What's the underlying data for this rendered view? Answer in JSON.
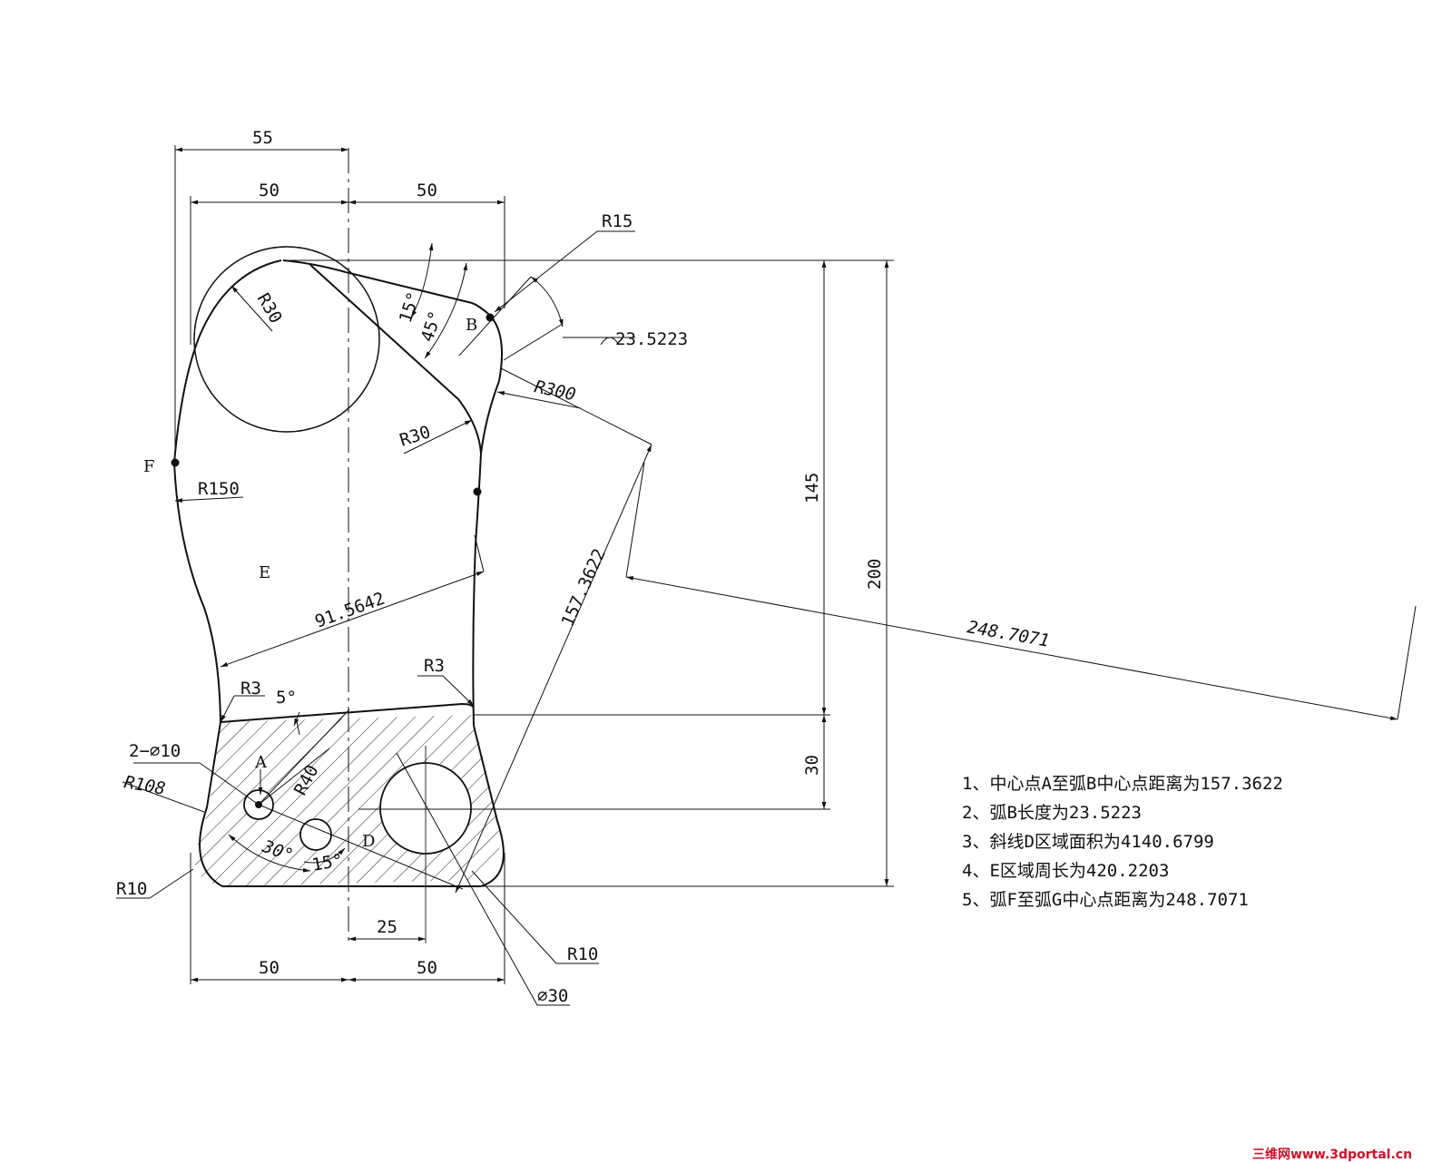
{
  "dimensions": {
    "top_55": "55",
    "top_left_50": "50",
    "top_right_50": "50",
    "bottom_left_50": "50",
    "bottom_right_50": "50",
    "bottom_25": "25",
    "height_145": "145",
    "height_200": "200",
    "height_30": "30",
    "len_91": "91.5642",
    "len_157": "157.3622",
    "len_248": "248.7071",
    "arc_len": "23.5223"
  },
  "radii": {
    "r15": "R15",
    "r30_top": "R30",
    "r30_mid": "R30",
    "r300": "R300",
    "r150": "R150",
    "r3_left": "R3",
    "r3_right": "R3",
    "r40": "R40",
    "r108": "R108",
    "r10_left": "R10",
    "r10_right": "R10",
    "holes_2x10": "2−⌀10",
    "hole_30": "⌀30"
  },
  "angles": {
    "a15_top": "15°",
    "a45": "45°",
    "a5": "5°",
    "a30": "30°",
    "a15_bottom": "15°"
  },
  "points": {
    "A": "A",
    "B": "B",
    "D": "D",
    "E": "E",
    "F": "F"
  },
  "notes": [
    "1、中心点A至弧B中心点距离为157.3622",
    "2、弧B长度为23.5223",
    "3、斜线D区域面积为4140.6799",
    "4、E区域周长为420.2203",
    "5、弧F至弧G中心点距离为248.7071"
  ],
  "watermark": "三维网www.3dportal.cn"
}
